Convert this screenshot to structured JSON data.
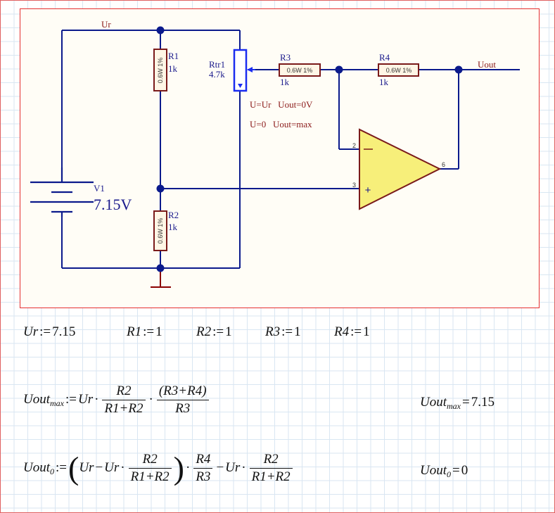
{
  "schematic": {
    "ur_net": "Ur",
    "uout_net": "Uout",
    "v1": {
      "name": "V1",
      "value": "7.15V"
    },
    "r1": {
      "name": "R1",
      "value": "1k",
      "rating": "0.6W 1%"
    },
    "r2": {
      "name": "R2",
      "value": "1k",
      "rating": "0.6W 1%"
    },
    "r3": {
      "name": "R3",
      "value": "1k",
      "rating": "0.6W 1%"
    },
    "r4": {
      "name": "R4",
      "value": "1k",
      "rating": "0.6W 1%"
    },
    "rtr1": {
      "name": "Rtr1",
      "value": "4.7k"
    },
    "pins": {
      "inv": "2",
      "noninv": "3",
      "out": "6"
    },
    "opamp_minus": "−",
    "opamp_plus": "+",
    "note1": "U=Ur   Uout=0V",
    "note2": "U=0   Uout=max"
  },
  "definitions": [
    {
      "name": "Ur",
      "value": "7.15"
    },
    {
      "name": "R1",
      "value": "1"
    },
    {
      "name": "R2",
      "value": "1"
    },
    {
      "name": "R3",
      "value": "1"
    },
    {
      "name": "R4",
      "value": "1"
    }
  ],
  "assign": ":=",
  "equals": "=",
  "eq1": {
    "lhs": "Uout",
    "lhs_sub": "max",
    "ur": "Ur",
    "f1_num": "R2",
    "f1_den": "R1+R2",
    "f2_num": "(R3+R4)",
    "f2_den": "R3",
    "result_name": "Uout",
    "result_sub": "max",
    "result_value": "7.15"
  },
  "eq2": {
    "lhs": "Uout",
    "lhs_sub": "0",
    "term_a": "Ur",
    "term_b": "Ur",
    "f1_num": "R2",
    "f1_den": "R1+R2",
    "f2_num": "R4",
    "f2_den": "R3",
    "term_c": "Ur",
    "f3_num": "R2",
    "f3_den": "R1+R2",
    "result_name": "Uout",
    "result_sub": "0",
    "result_value": "0"
  }
}
